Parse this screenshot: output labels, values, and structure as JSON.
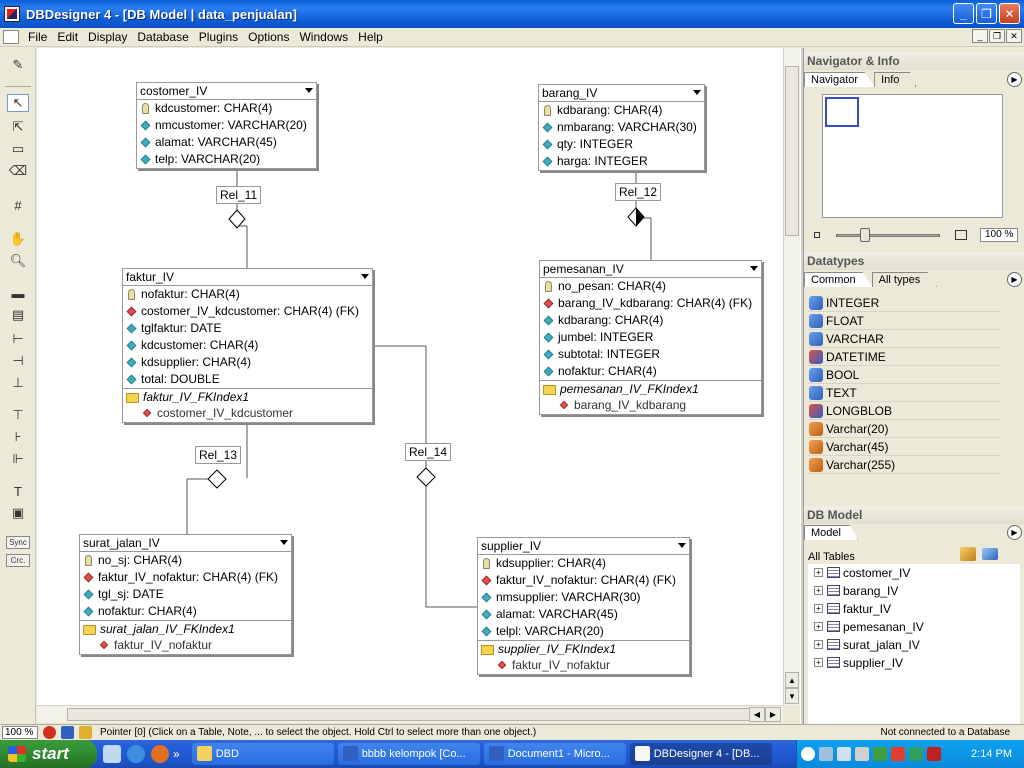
{
  "window": {
    "title": "DBDesigner 4 - [DB Model | data_penjualan]"
  },
  "menu": [
    "File",
    "Edit",
    "Display",
    "Database",
    "Plugins",
    "Options",
    "Windows",
    "Help"
  ],
  "toolbar": {
    "sync_label": "Sync",
    "crc_label": "Crc."
  },
  "tables": {
    "costomer": {
      "name": "costomer_IV",
      "columns": [
        {
          "text": "kdcustomer: CHAR(4)",
          "kind": "pk"
        },
        {
          "text": "nmcustomer: VARCHAR(20)",
          "kind": "attr"
        },
        {
          "text": "alamat: VARCHAR(45)",
          "kind": "attr"
        },
        {
          "text": "telp: VARCHAR(20)",
          "kind": "attr"
        }
      ]
    },
    "barang": {
      "name": "barang_IV",
      "columns": [
        {
          "text": "kdbarang: CHAR(4)",
          "kind": "pk"
        },
        {
          "text": "nmbarang: VARCHAR(30)",
          "kind": "attr"
        },
        {
          "text": "qty: INTEGER",
          "kind": "attr"
        },
        {
          "text": "harga: INTEGER",
          "kind": "attr"
        }
      ]
    },
    "faktur": {
      "name": "faktur_IV",
      "columns": [
        {
          "text": "nofaktur: CHAR(4)",
          "kind": "pk"
        },
        {
          "text": "costomer_IV_kdcustomer: CHAR(4) (FK)",
          "kind": "fk"
        },
        {
          "text": "tglfaktur: DATE",
          "kind": "attr"
        },
        {
          "text": "kdcustomer: CHAR(4)",
          "kind": "attr"
        },
        {
          "text": "kdsupplier: CHAR(4)",
          "kind": "attr"
        },
        {
          "text": "total: DOUBLE",
          "kind": "attr"
        }
      ],
      "index": "faktur_IV_FKIndex1",
      "index_cols": [
        "costomer_IV_kdcustomer"
      ]
    },
    "pemesanan": {
      "name": "pemesanan_IV",
      "columns": [
        {
          "text": "no_pesan: CHAR(4)",
          "kind": "pk"
        },
        {
          "text": "barang_IV_kdbarang: CHAR(4) (FK)",
          "kind": "fk"
        },
        {
          "text": "kdbarang: CHAR(4)",
          "kind": "attr"
        },
        {
          "text": "jumbel: INTEGER",
          "kind": "attr"
        },
        {
          "text": "subtotal: INTEGER",
          "kind": "attr"
        },
        {
          "text": "nofaktur: CHAR(4)",
          "kind": "attr"
        }
      ],
      "index": "pemesanan_IV_FKIndex1",
      "index_cols": [
        "barang_IV_kdbarang"
      ]
    },
    "surat_jalan": {
      "name": "surat_jalan_IV",
      "columns": [
        {
          "text": "no_sj: CHAR(4)",
          "kind": "pk"
        },
        {
          "text": "faktur_IV_nofaktur: CHAR(4) (FK)",
          "kind": "fk"
        },
        {
          "text": "tgl_sj: DATE",
          "kind": "attr"
        },
        {
          "text": "nofaktur: CHAR(4)",
          "kind": "attr"
        }
      ],
      "index": "surat_jalan_IV_FKIndex1",
      "index_cols": [
        "faktur_IV_nofaktur"
      ]
    },
    "supplier": {
      "name": "supplier_IV",
      "columns": [
        {
          "text": "kdsupplier: CHAR(4)",
          "kind": "pk"
        },
        {
          "text": "faktur_IV_nofaktur: CHAR(4) (FK)",
          "kind": "fk"
        },
        {
          "text": "nmsupplier: VARCHAR(30)",
          "kind": "attr"
        },
        {
          "text": "alamat: VARCHAR(45)",
          "kind": "attr"
        },
        {
          "text": "telpl: VARCHAR(20)",
          "kind": "attr"
        }
      ],
      "index": "supplier_IV_FKIndex1",
      "index_cols": [
        "faktur_IV_nofaktur"
      ]
    }
  },
  "relations": {
    "rel11": "Rel_11",
    "rel12": "Rel_12",
    "rel13": "Rel_13",
    "rel14": "Rel_14"
  },
  "navigator": {
    "title": "Navigator & Info",
    "tabs": [
      "Navigator",
      "Info"
    ],
    "zoom": "100 %"
  },
  "datatypes": {
    "title": "Datatypes",
    "tabs": [
      "Common",
      "All types"
    ],
    "items": [
      "INTEGER",
      "FLOAT",
      "VARCHAR",
      "DATETIME",
      "BOOL",
      "TEXT",
      "LONGBLOB",
      "Varchar(20)",
      "Varchar(45)",
      "Varchar(255)"
    ]
  },
  "dbmodel": {
    "title": "DB Model",
    "tab": "Model",
    "all_tables": "All Tables",
    "tables": [
      "costomer_IV",
      "barang_IV",
      "faktur_IV",
      "pemesanan_IV",
      "surat_jalan_IV",
      "supplier_IV"
    ]
  },
  "status": {
    "zoom": "100 %",
    "message": "Pointer [0] (Click on a Table, Note, ... to select the object. Hold Ctrl to select more than one object.)",
    "connection": "Not connected to a Database"
  },
  "taskbar": {
    "start": "start",
    "tasks": [
      "DBD",
      "bbbb kelompok [Co...",
      "Document1 - Micro...",
      "DBDesigner 4 - [DB..."
    ],
    "clock": "2:14 PM"
  }
}
